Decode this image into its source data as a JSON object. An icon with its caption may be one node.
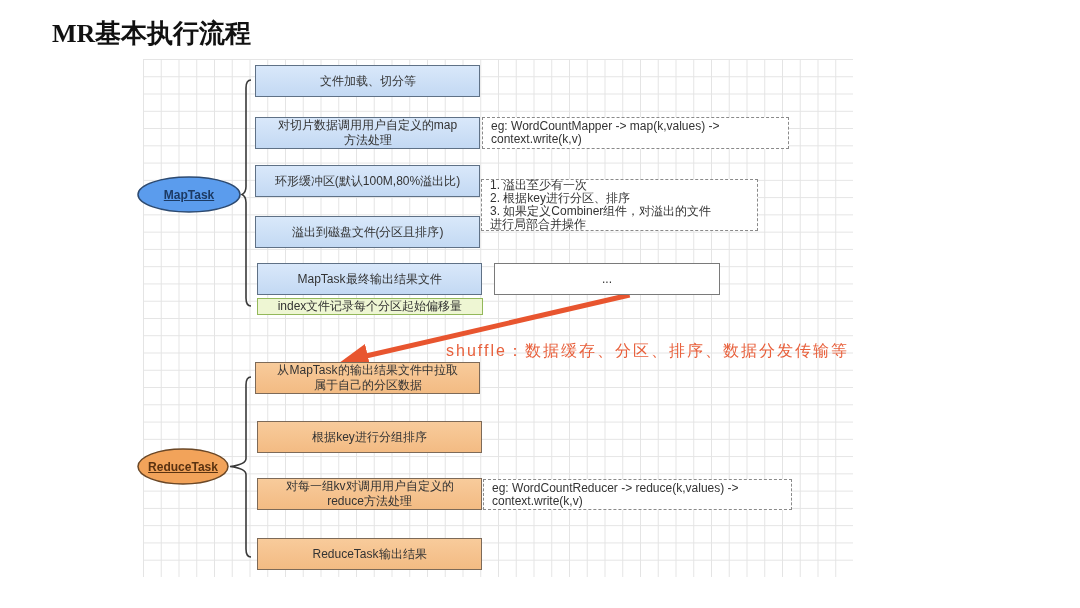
{
  "diagram": {
    "title": "MR基本执行流程",
    "nodes": [
      {
        "text": [
          "MapTask"
        ]
      },
      {
        "text": [
          "文件加载、切分等"
        ]
      },
      {
        "text": [
          "对切片数据调用用户自定义的map方法处理"
        ]
      },
      {
        "text": [
          "eg: WordCountMapper -> map(k,values) -> context.write(k,v)"
        ]
      },
      {
        "text": [
          "环形缓冲区(默认100M,80%溢出比)"
        ]
      },
      {
        "text": [
          "1. 溢出至少有一次",
          "2. 根据key进行分区、排序",
          "3. 如果定义Combiner组件，对溢出的文件进行局部合并操作"
        ]
      },
      {
        "text": [
          "溢出到磁盘文件(分区且排序)"
        ]
      },
      {
        "text": [
          "MapTask最终输出结果文件"
        ]
      },
      {
        "text": [
          "..."
        ]
      },
      {
        "text": [
          "index文件记录每个分区起始偏移量"
        ]
      },
      {
        "text": [
          "ReduceTask"
        ]
      },
      {
        "text": [
          "从MapTask的输出结果文件中拉取属于自己的分区数据"
        ]
      },
      {
        "text": [
          "根据key进行分组排序"
        ]
      },
      {
        "text": [
          "对每一组kv对调用用户自定义的reduce方法处理"
        ]
      },
      {
        "text": [
          "eg: WordCountReducer -> reduce(k,values) -> context.write(k,v)"
        ]
      },
      {
        "text": [
          "ReduceTask输出结果"
        ]
      }
    ],
    "edges": [
      {
        "from": 8,
        "to": 11,
        "arrow": "to",
        "color": "#e8552f"
      }
    ],
    "labels": [
      "shuffle：数据缓存、分区、排序、数据分发传输等"
    ]
  }
}
